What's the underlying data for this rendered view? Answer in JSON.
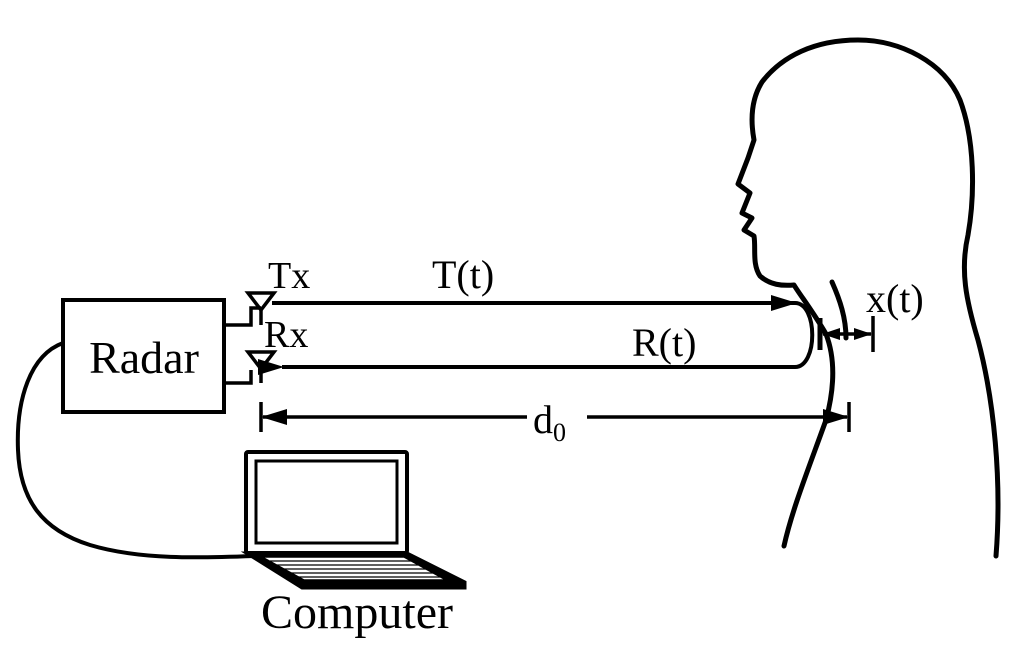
{
  "labels": {
    "radar": "Radar",
    "tx": "Tx",
    "rx": "Rx",
    "transmit_signal": "T(t)",
    "receive_signal": "R(t)",
    "distance": "d",
    "distance_subscript": "0",
    "displacement": "x(t)",
    "computer": "Computer"
  },
  "colors": {
    "stroke": "#000000",
    "background": "#ffffff"
  }
}
